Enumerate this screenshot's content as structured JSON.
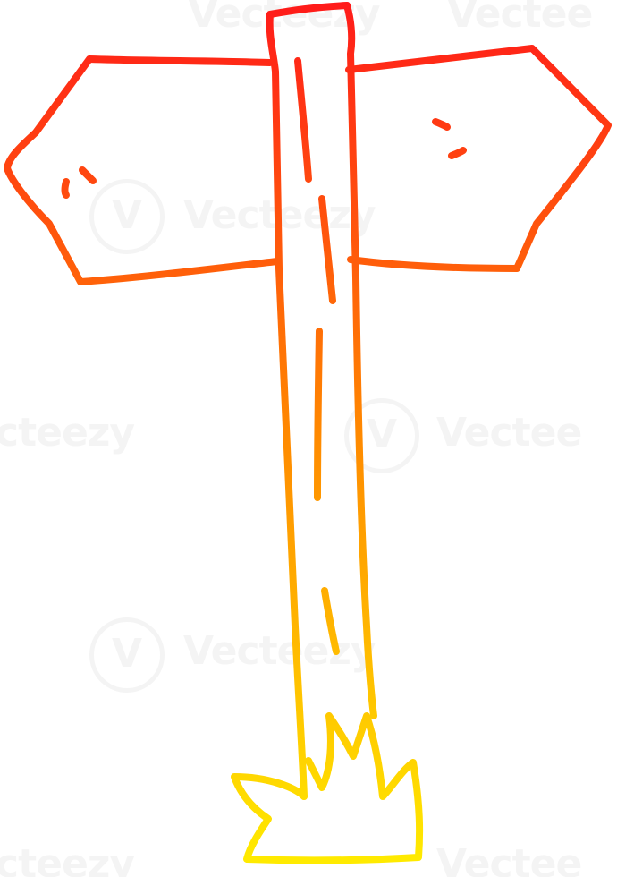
{
  "watermark": {
    "brand": "Vecteezy",
    "partial_left": "cteezy",
    "partial_right": "Vectee"
  },
  "illustration": {
    "subject": "signpost-with-two-arrow-signs",
    "gradient": {
      "top_color": "#ff1a1a",
      "mid_color": "#ff8a00",
      "bottom_color": "#ffee00"
    }
  }
}
